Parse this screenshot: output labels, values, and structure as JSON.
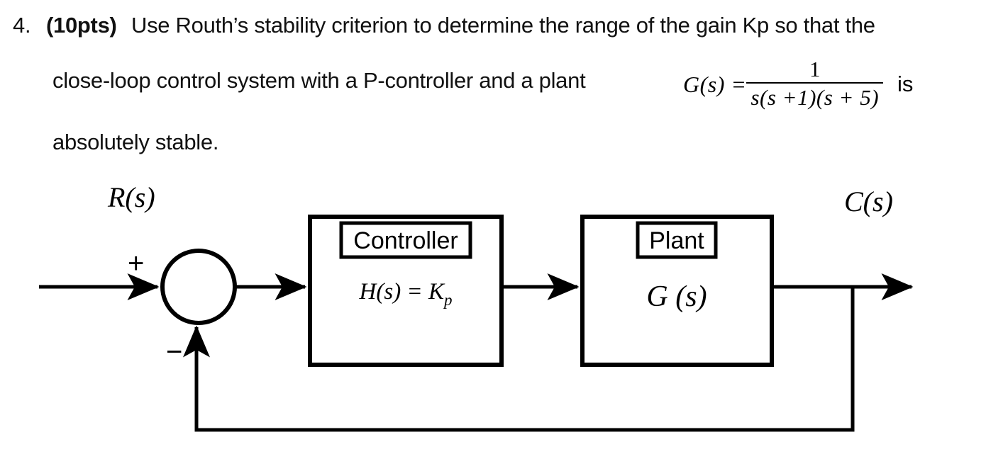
{
  "question": {
    "number": "4.",
    "points": "(10pts)",
    "line1": "Use Routh’s stability criterion to determine the range of the gain Kp so that the",
    "line2": "close-loop control system with a P-controller and a plant",
    "line3": "absolutely stable."
  },
  "math": {
    "lhs": "G(s) =",
    "numerator": "1",
    "denominator": "s(s +1)(s + 5)",
    "trailing_word": "is"
  },
  "diagram": {
    "input_label": "R(s)",
    "output_label": "C(s)",
    "sum_plus": "+",
    "sum_minus": "−",
    "controller": {
      "title": "Controller",
      "transfer_function_main": "H(s) = K",
      "transfer_function_sub": "p"
    },
    "plant": {
      "title": "Plant",
      "transfer_function": "G (s)"
    }
  },
  "colors": {
    "ink": "#000000",
    "background": "#ffffff"
  }
}
